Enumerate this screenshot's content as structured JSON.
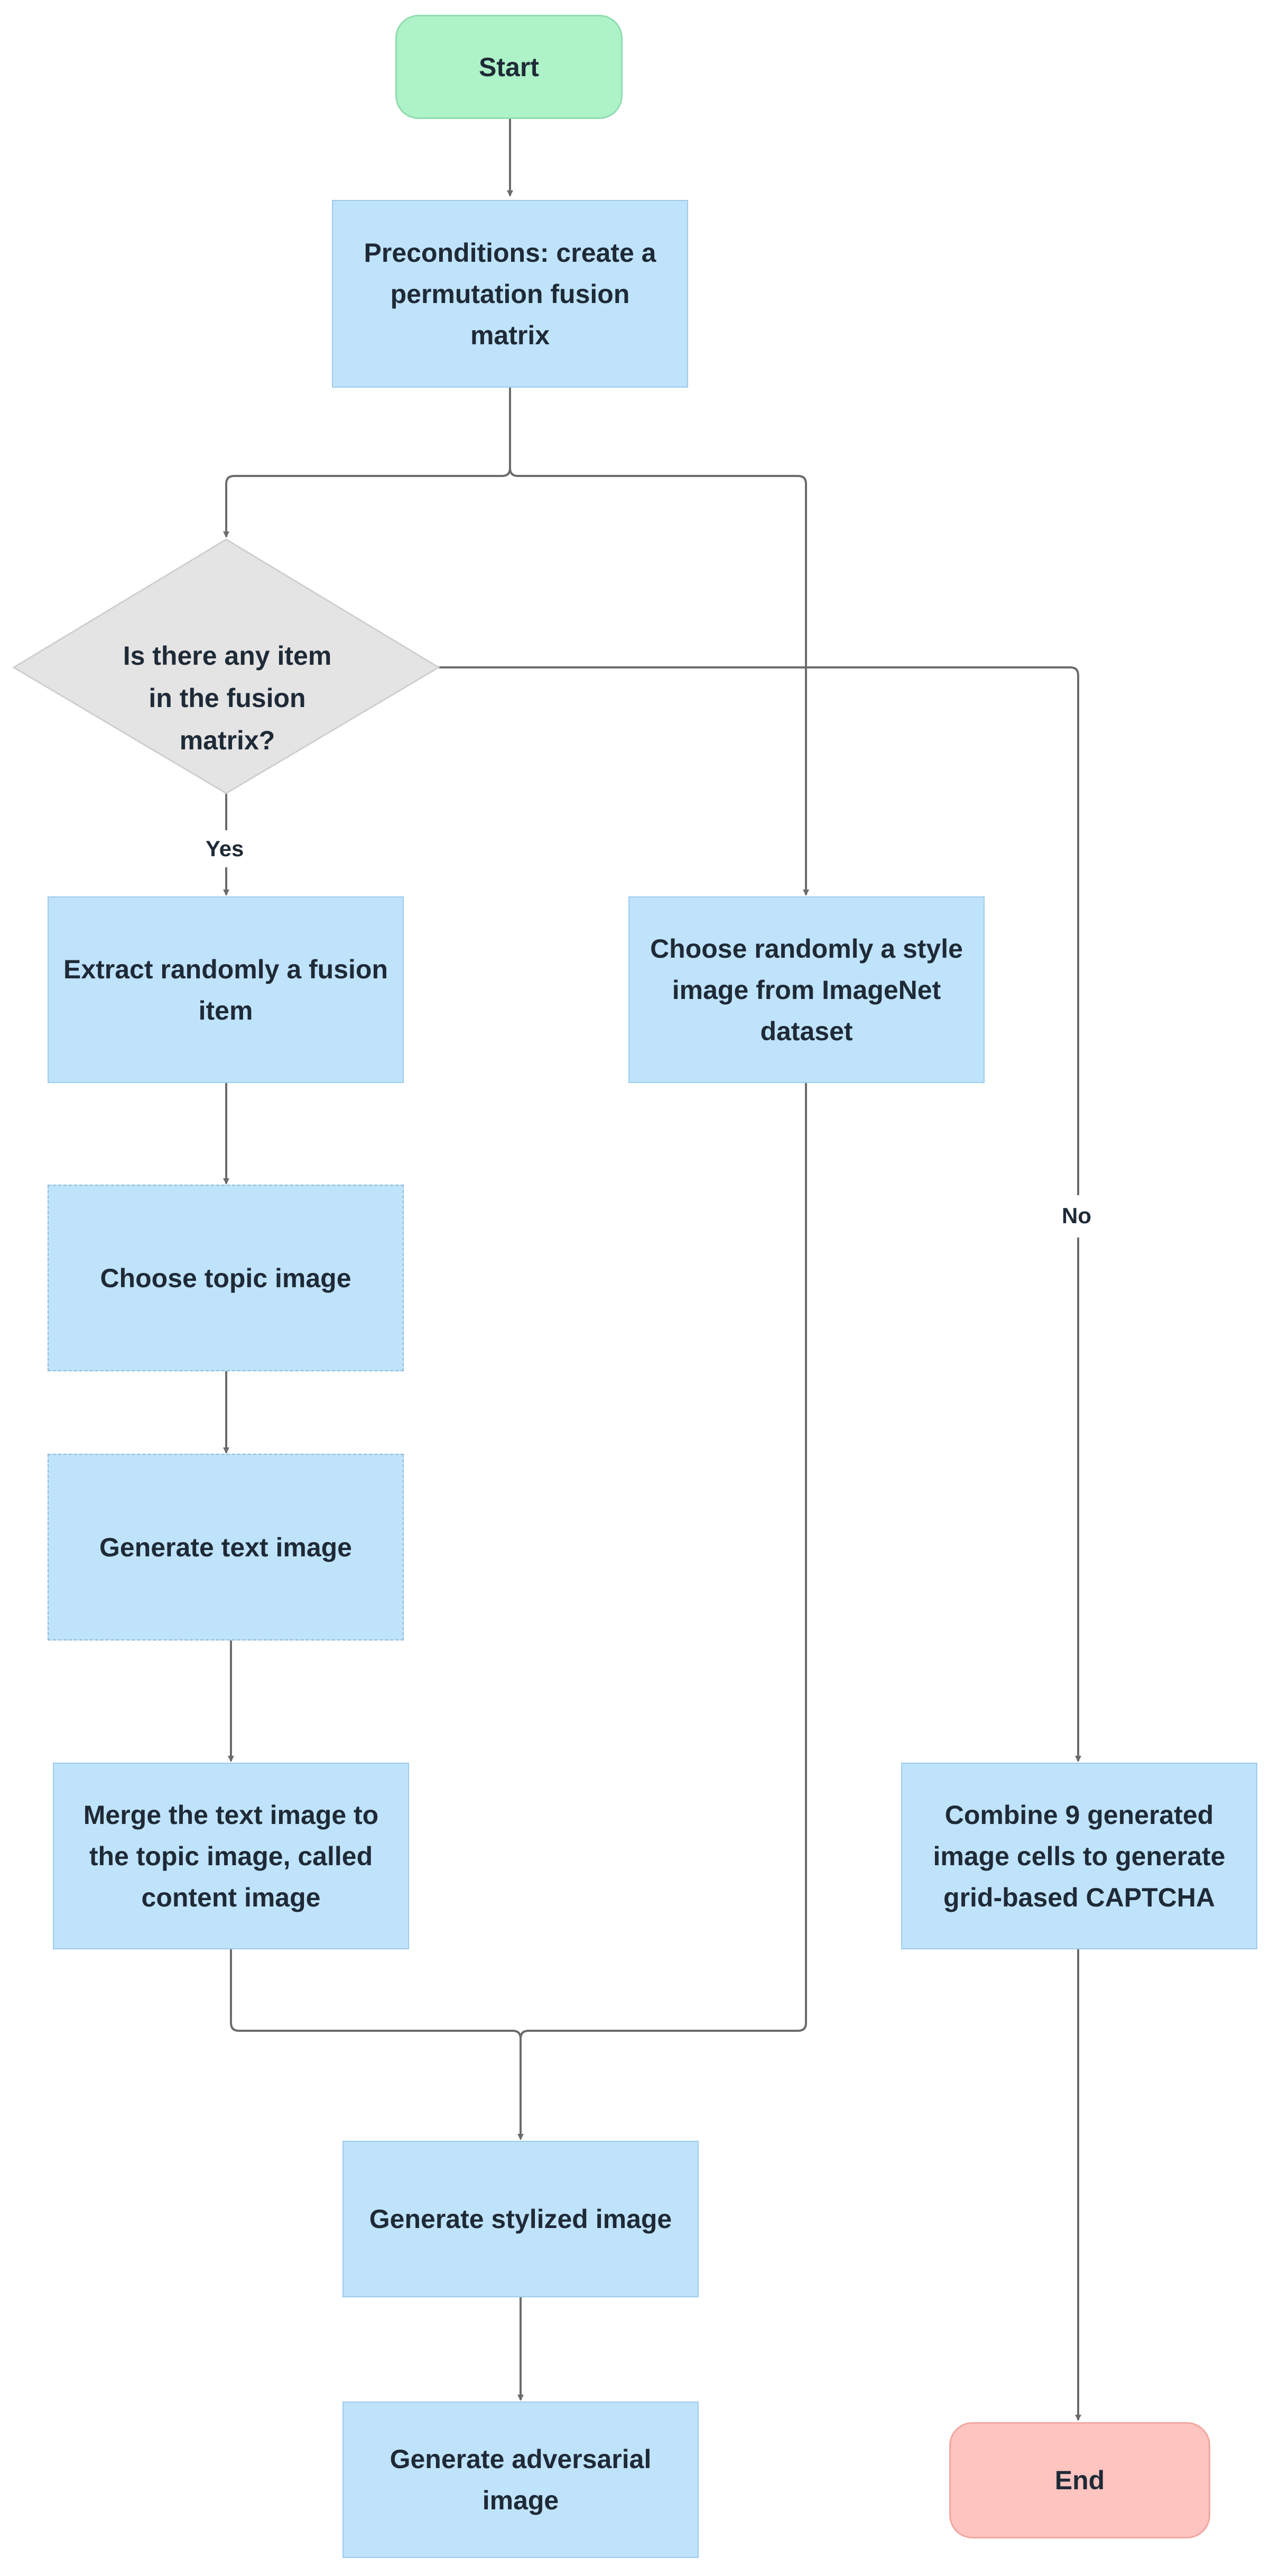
{
  "nodes": {
    "start": "Start",
    "preconditions": "Preconditions: create a permutation fusion matrix",
    "decision": "Is there any item in the fusion matrix?",
    "extract": "Extract randomly a fusion item",
    "choose_style": "Choose randomly a style image from ImageNet dataset",
    "choose_topic": "Choose topic image",
    "generate_text": "Generate text image",
    "merge": "Merge the text image to the topic image, called content image",
    "combine": "Combine 9 generated image cells to generate grid-based CAPTCHA",
    "stylized": "Generate stylized image",
    "adversarial": "Generate adversarial image",
    "end": "End"
  },
  "edge_labels": {
    "yes": "Yes",
    "no": "No"
  },
  "colors": {
    "process_fill": "#bfe3fb",
    "start_fill": "#adf3c7",
    "end_fill": "#fec4bf",
    "decision_fill": "#e4e4e4",
    "connector": "#6b6b6b"
  }
}
